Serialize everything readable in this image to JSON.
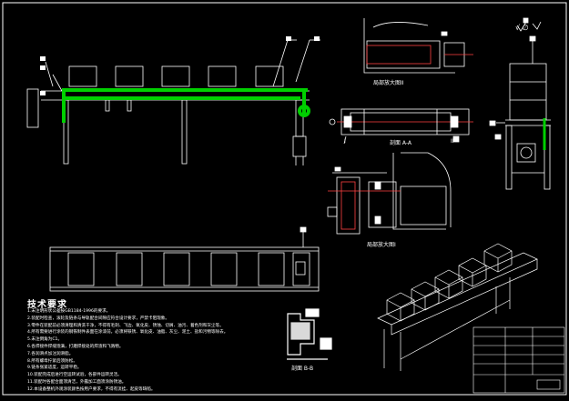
{
  "drawing": {
    "tech_requirements_title": "技术要求",
    "tech_requirements": [
      "1.未注明形状公差按GB1184-1996的要求。",
      "2.装配时检查，滚轮及链条与导轨配合间隙应符合设计要求，严禁卡阻现象。",
      "3.零件在装配前必须清理和清洗干净，不得有毛刺、飞边、氧化皮、锈蚀、切屑、油污、着色剂和灰尘等。",
      "4.所有需要进行涂装的钢铁制件表面在涂漆前，必须将铁锈、氧化皮、油脂、灰尘、泥土、盐和污物等除去。",
      "5.未注倒角为C1。",
      "6.各焊接件焊缝饱满，打磨焊接处的焊渣和飞溅物。",
      "7.各润滑点加注润滑脂。",
      "8.所有螺母拧紧后须防松。",
      "9.链条张紧适度，运转平稳。",
      "10.装配完成后进行空运转试验，各部件运转灵活。",
      "11.装配时各配合面须清洁，外露加工面须涂防锈油。",
      "12.本设备整机外观涂装颜色按用户要求，不得有流挂、起皮等缺陷。"
    ],
    "view_labels": {
      "detail_ii": "局部放大图II",
      "detail_i": "局部放大图I",
      "section_aa": "剖面 A-A",
      "section_bb": "剖面 B-B"
    },
    "roman_i": "I",
    "roman_ii": "II",
    "top_marks": "√ ∅",
    "accent_color": "#00d000",
    "line_color": "#ffffff",
    "dim_color": "#ff4040"
  }
}
